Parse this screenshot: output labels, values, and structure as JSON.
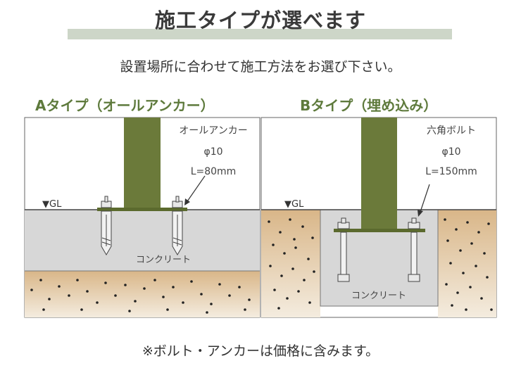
{
  "header": {
    "title": "施工タイプが選べます",
    "subtitle": "設置場所に合わせて施工方法をお選び下さい。"
  },
  "panel_a": {
    "title": "Aタイプ（オールアンカー）",
    "anchor_name": "オールアンカー",
    "diameter": "φ10",
    "length": "L=80mm",
    "ground_label": "▼GL",
    "concrete_label": "コンクリート"
  },
  "panel_b": {
    "title": "Bタイプ（埋め込み）",
    "bolt_name": "六角ボルト",
    "diameter": "φ10",
    "length": "L=150mm",
    "ground_label": "▼GL",
    "concrete_label": "コンクリート"
  },
  "footer": {
    "note": "※ボルト・アンカーは価格に含みます。"
  },
  "colors": {
    "post": "#6b7a3a",
    "concrete": "#d7d7d7",
    "soil": "#e4cba6",
    "accent_text": "#5e7a3c",
    "title_band": "#cdd6c8"
  }
}
